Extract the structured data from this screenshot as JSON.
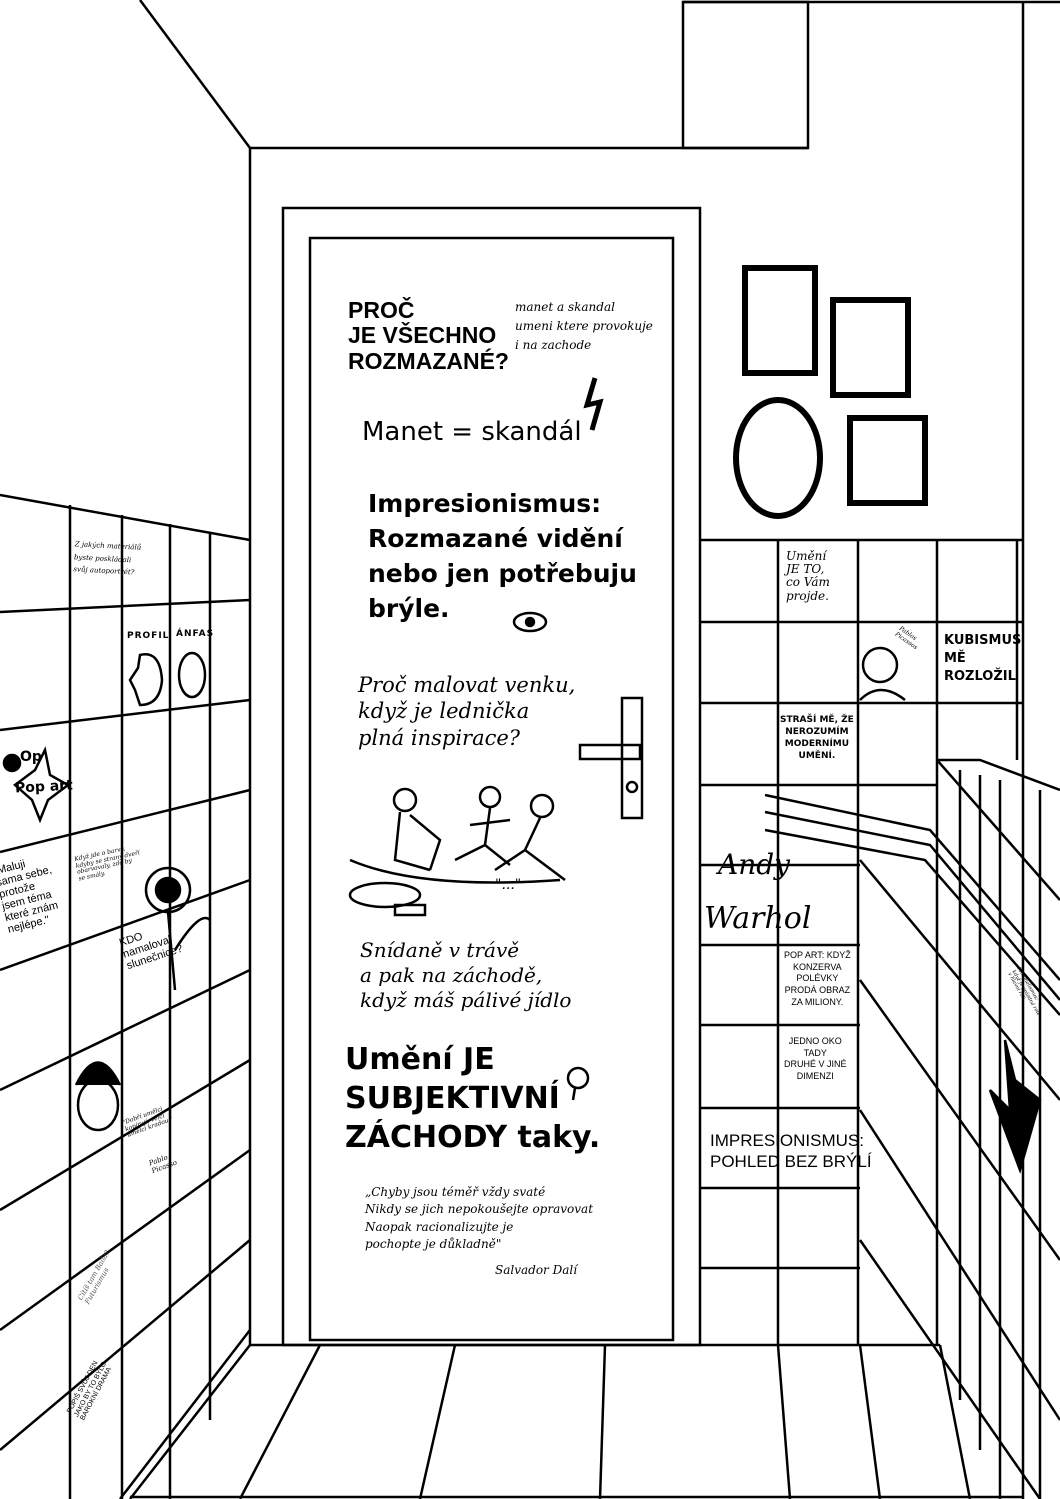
{
  "door": {
    "title": "PROČ\nJE VŠECHNO\nROZMAZANÉ?",
    "note": "manet a skandal\numeni ktere provokuje\ni na zachode",
    "manet": "Manet = skandál",
    "impresionismus": "Impresionismus:\nRozmazané vidění\nnebo jen potřebuju\nbrýle.",
    "malovat": "Proč malovat venku,\nkdyž je lednička\nplná inspirace?",
    "picnic_quote": "\"...\"",
    "snidane": "Snídaně v trávě\na pak na záchodě,\nkdyž máš pálivé jídlo",
    "umeni": "Umění JE\nSUBJEKTIVNÍ\nZÁCHODY taky.",
    "dali_quote": "„Chyby jsou téměř vždy svaté\nNikdy se jich nepokoušejte opravovat\nNaopak racionalizujte je\npochopte je důkladně\"",
    "dali_author": "Salvador Dalí"
  },
  "left_wall": {
    "materials": "Z jakých materiálů\nbyste poskládali\nsvůj autoportrét?",
    "profil": "PROFIL",
    "anfas": "ÁNFAS",
    "op": "Op",
    "pop_art": "Pop art",
    "malujii": "\"Maluji\nsama sebe,\nprotože\njsem téma\nkteré znám\nnejlépe.\"",
    "small_note": "Když jde o barvy,\nkdyby se strany dveří\nobarvovaly, zda by\nse smály.",
    "slunecnice": "KDO\nnamaloval\nslunečnice?",
    "picasso_quote": "\"Dobří umělci\nkopírují, velcí\numělci kradou.\"",
    "picasso_author": "Pablo\nPicasso",
    "futurismus": "Cítíš tam Balla?\nFuturismus",
    "popis": "POPIŠ SVŮJ DEN\nJAKO BY TO BYLO\nBAROKNÍ DRAMA"
  },
  "right_wall": {
    "umeni_jeto": "Umění\nJE TO,\nco Vám\nprojde.",
    "pablos": "Pablos\nPicassos",
    "kubismus": "KUBISMUS\nMĚ\nROZLOŽIL",
    "strasi": "STRAŠÍ MĚ, ŽE\nNEROZUMÍM\nMODERNÍMU\nUMĚNÍ.",
    "andy": "Andy",
    "warhol": "Warhol",
    "pop_art_kdyz": "POP ART: KDYŽ\nKONZERVA\nPOLÉVKY\nPRODÁ OBRAZ\nZA MILIONY.",
    "jedno_oko": "JEDNO OKO\nTADY\nDRUHÉ V JINÉ\nDIMENZI",
    "impres_brýle": "IMPRESIONISMUS:\nPOHLED BEZ BRÝLÍ",
    "minimalismus": "Minimalismus:\nkdyž je prázdná role\nv hlavní roli."
  },
  "colors": {
    "ink": "#000000",
    "paper": "#ffffff"
  }
}
